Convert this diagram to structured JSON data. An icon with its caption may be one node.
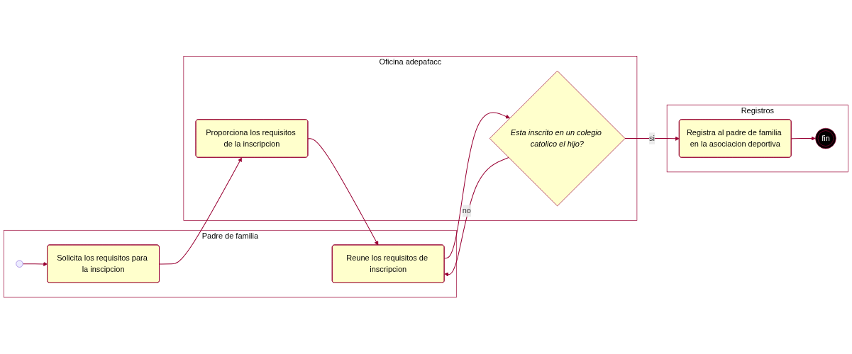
{
  "diagram": {
    "nodes": [
      {
        "text": [
          "Padre de familia"
        ]
      },
      {
        "text": [
          "Oficina adepafacc"
        ]
      },
      {
        "text": [
          "Registros"
        ]
      },
      {
        "text": [],
        "shape": "circle",
        "in": 0
      },
      {
        "text": [
          "Solicita los requisitos para la inscipcion"
        ],
        "in": 0
      },
      {
        "text": [
          "Proporciona los requisitos de la inscripcion"
        ],
        "in": 1
      },
      {
        "text": [
          "Reune los requisitos de inscripcion"
        ],
        "in": 0
      },
      {
        "text": [
          "Esta inscrito en un colegio catolico el hijo?"
        ],
        "in": 1
      },
      {
        "text": [
          "Registra al padre de familia en la asociacion deportiva"
        ],
        "in": 2
      },
      {
        "text": [
          "fin"
        ],
        "in": 2
      }
    ],
    "edges": [
      {
        "from": 3,
        "to": 4,
        "arrow": "to"
      },
      {
        "from": 4,
        "to": 5,
        "arrow": "to"
      },
      {
        "from": 5,
        "to": 6,
        "arrow": "to"
      },
      {
        "from": 6,
        "to": 7,
        "arrow": "to"
      },
      {
        "from": 7,
        "to": 8,
        "arrow": "to",
        "label": "si"
      },
      {
        "from": 7,
        "to": 6,
        "arrow": "to",
        "label": "no"
      },
      {
        "from": 8,
        "to": 9,
        "arrow": "to"
      }
    ]
  }
}
